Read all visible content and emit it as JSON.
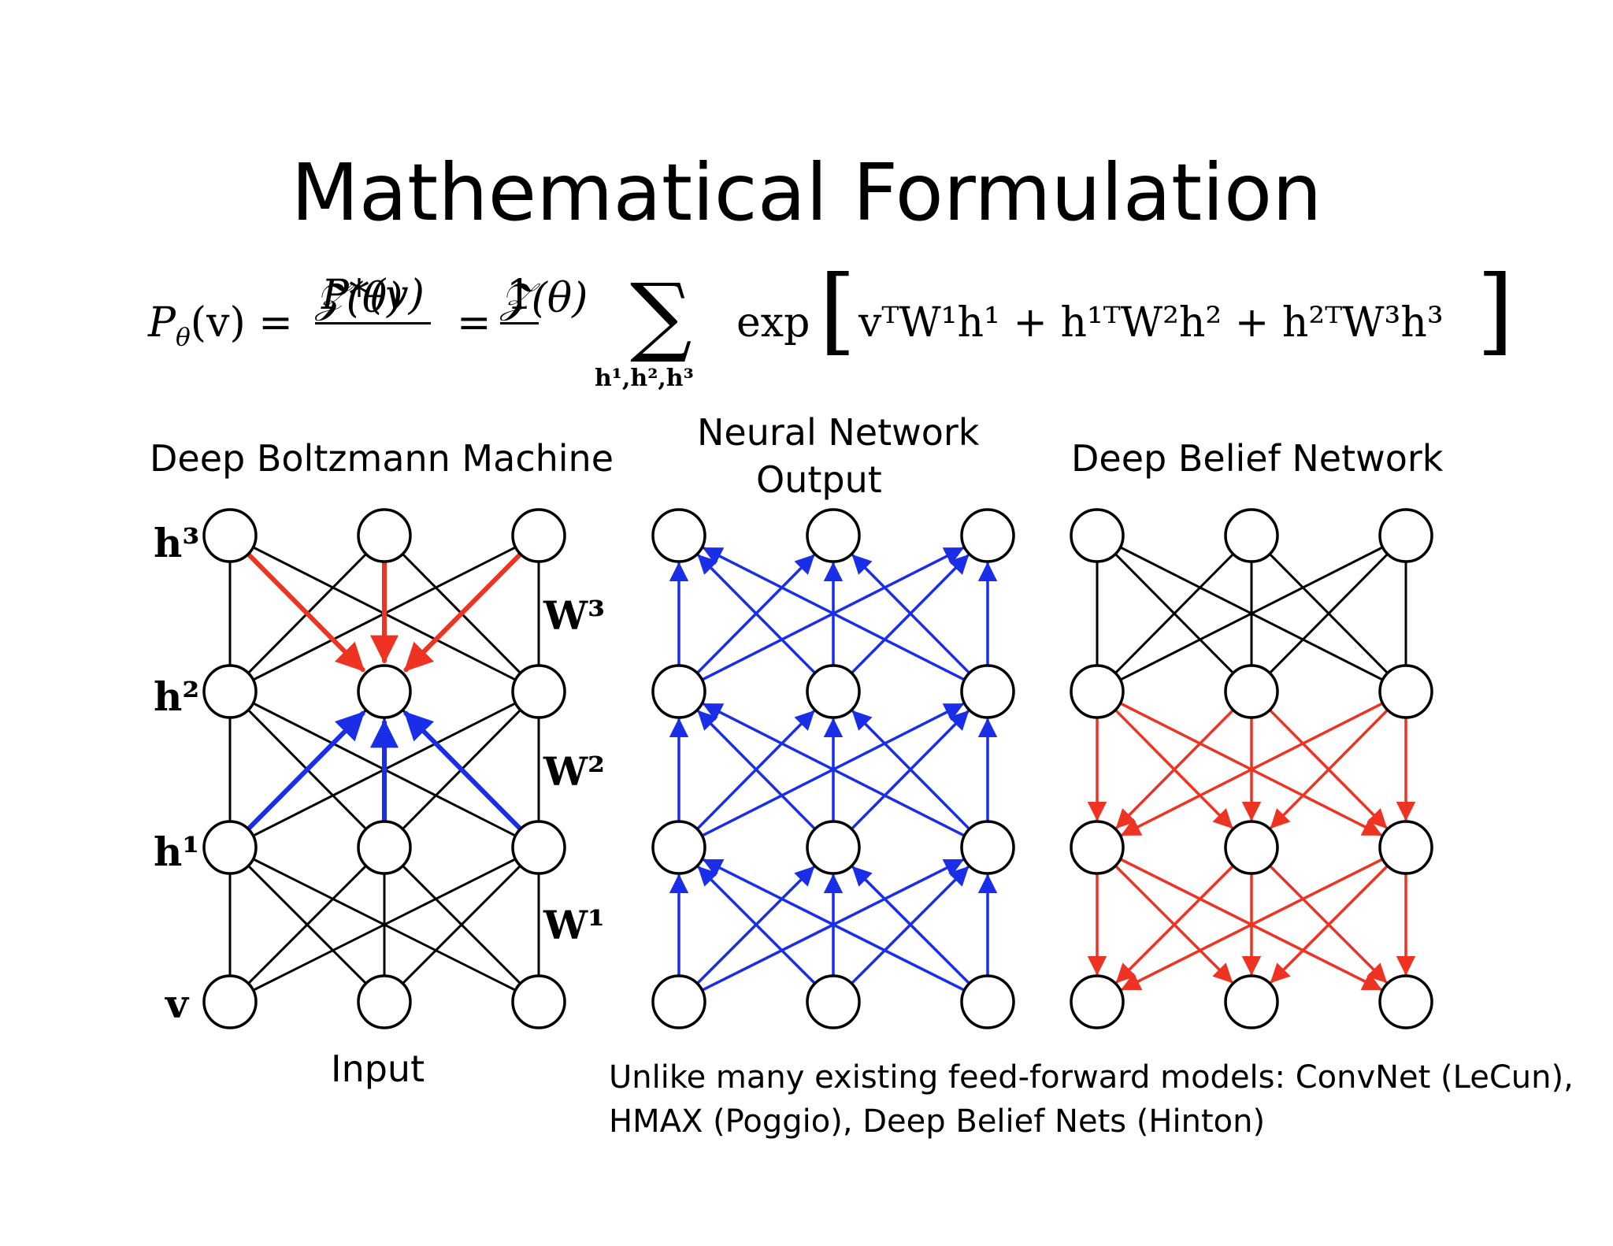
{
  "title": "Mathematical Formulation",
  "formula": {
    "lhs": "P",
    "lhs_sub": "θ",
    "lhs_arg": "(v) =",
    "frac1_num": "P*(v)",
    "frac1_den": "𝒵(θ)",
    "eq2": "=",
    "frac2_num": "1",
    "frac2_den": "𝒵(θ)",
    "sum": "∑",
    "sum_sub": "h¹,h²,h³",
    "exp": "exp",
    "body": "vᵀW¹h¹ + h¹ᵀW²h² + h²ᵀW³h³"
  },
  "panels": {
    "dbm": {
      "title": "Deep Boltzmann Machine",
      "bottom": "Input"
    },
    "nn": {
      "title_line1": "Neural Network",
      "title_line2": "Output"
    },
    "dbn": {
      "title": "Deep Belief Network"
    }
  },
  "layer_labels": [
    "h³",
    "h²",
    "h¹",
    "v"
  ],
  "weight_labels": [
    "W³",
    "W²",
    "W¹"
  ],
  "caption_line1": "Unlike many existing feed-forward models: ConvNet (LeCun),",
  "caption_line2": "HMAX (Poggio), Deep Belief Nets (Hinton)",
  "colors": {
    "red": "#ee3322",
    "blue": "#1a2ee8",
    "black": "#000000"
  }
}
